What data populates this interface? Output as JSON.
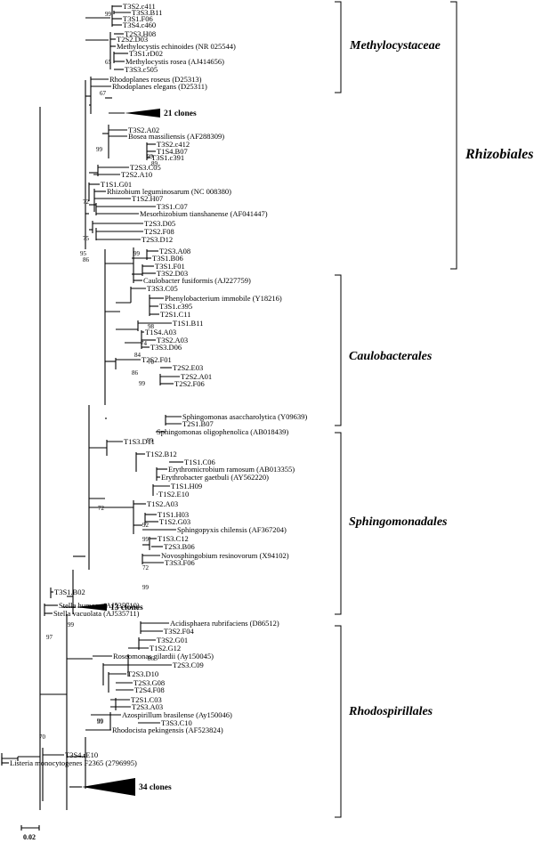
{
  "leaves": [
    {
      "name": "T3S2.c411"
    },
    {
      "name": "T3S3.B11"
    },
    {
      "name": "T3S1.F06"
    },
    {
      "name": "T3S4.c460"
    },
    {
      "name": "T2S3.H08"
    },
    {
      "name": "T2S2.D03"
    },
    {
      "name": "Methylocystis echinoides (NR 025544)"
    },
    {
      "name": "T3S1.rD02"
    },
    {
      "name": "Methylocystis rosea (AJ414656)"
    },
    {
      "name": "T3S3.c505"
    },
    {
      "name": "Rhodoplanes roseus (D25313)"
    },
    {
      "name": "Rhodoplanes elegans (D25311)"
    },
    {
      "name": "21 clones",
      "collapsed": true
    },
    {
      "name": "T3S2.A02"
    },
    {
      "name": "Bosea massiliensis (AF288309)"
    },
    {
      "name": "T3S2.c412"
    },
    {
      "name": "T1S4.B07"
    },
    {
      "name": "T3S1.c391"
    },
    {
      "name": "T2S3.C05"
    },
    {
      "name": "T2S2.A10"
    },
    {
      "name": "T1S1.G01"
    },
    {
      "name": "Rhizobium leguminosarum (NC 008380)"
    },
    {
      "name": "T1S2.H07"
    },
    {
      "name": "T3S1.C07"
    },
    {
      "name": "Mesorhizobium tianshanense (AF041447)"
    },
    {
      "name": "T2S3.D05"
    },
    {
      "name": "T2S2.F08"
    },
    {
      "name": "T2S3.D12"
    },
    {
      "name": "T2S3.A08"
    },
    {
      "name": "T3S1.B06"
    },
    {
      "name": "T3S1.F01"
    },
    {
      "name": "T3S2.D03"
    },
    {
      "name": "Caulobacter fusiformis (AJ227759)"
    },
    {
      "name": "T3S3.C05"
    },
    {
      "name": "Phenylobacterium immobile (Y18216)"
    },
    {
      "name": "T3S1.c395"
    },
    {
      "name": "T2S1.C11"
    },
    {
      "name": "T1S1.B11"
    },
    {
      "name": "T1S4.A03"
    },
    {
      "name": "T3S2.A03"
    },
    {
      "name": "T3S3.D06"
    },
    {
      "name": "T2S2.F01"
    },
    {
      "name": "T2S2.E03"
    },
    {
      "name": "T2S2.A01"
    },
    {
      "name": "T2S2.F06"
    },
    {
      "name": "Sphingomonas asaccharolytica (Y09639)"
    },
    {
      "name": "T2S1.B07"
    },
    {
      "name": "Sphingomonas oligophenolica (AB018439)"
    },
    {
      "name": "T1S3.D11"
    },
    {
      "name": "T1S2.B12"
    },
    {
      "name": "T1S1.C06"
    },
    {
      "name": "Erythromicrobium ramosum (AB013355)"
    },
    {
      "name": "Erythrobacter gaetbuli (AY562220)"
    },
    {
      "name": "T1S1.H09"
    },
    {
      "name": "T1S2.E10"
    },
    {
      "name": "T1S2.A03"
    },
    {
      "name": "T1S1.H03"
    },
    {
      "name": "T1S2.G03"
    },
    {
      "name": "Sphingopyxis chilensis (AF367204)"
    },
    {
      "name": "T1S3.C12"
    },
    {
      "name": "T2S3.B06"
    },
    {
      "name": "Novosphingobium resinovorum (X94102)"
    },
    {
      "name": "T3S3.F06"
    },
    {
      "name": "13 clones",
      "collapsed": true
    },
    {
      "name": "T3S1.B02"
    },
    {
      "name": "Stella humosa (AJ535710)"
    },
    {
      "name": "Stella vacuolata (AJ535711)"
    },
    {
      "name": "Acidisphaera rubrifaciens (D86512)"
    },
    {
      "name": "T3S2.F04"
    },
    {
      "name": "T3S2.G01"
    },
    {
      "name": "T1S2.G12"
    },
    {
      "name": "Roseomonas gilardii (Ay150045)"
    },
    {
      "name": "T2S3.C09"
    },
    {
      "name": "T2S3.D10"
    },
    {
      "name": "T2S3.G08"
    },
    {
      "name": "T2S4.F08"
    },
    {
      "name": "T2S1.C03"
    },
    {
      "name": "T2S3.A03"
    },
    {
      "name": "Azospirillum brasilense (Ay150046)"
    },
    {
      "name": "T3S3.C10"
    },
    {
      "name": "Rhodocista pekingensis (AF523824)"
    },
    {
      "name": "34 clones",
      "collapsed": true
    },
    {
      "name": "T3S4.rE10"
    },
    {
      "name": "Listeria monocytogenes F2365 (2796995)"
    }
  ],
  "bootstrap": [
    "99",
    "65",
    "67",
    "99",
    "99",
    "89",
    "72",
    "75",
    "95",
    "86",
    "99",
    "98",
    "74",
    "84",
    "70",
    "86",
    "99",
    "99",
    "72",
    "92",
    "99",
    "72",
    "99",
    "97",
    "99",
    "86",
    "99",
    "99",
    "70"
  ],
  "clades": [
    {
      "name": "Methylocystaceae"
    },
    {
      "name": "Caulobacterales"
    },
    {
      "name": "Sphingomonadales"
    },
    {
      "name": "Rhodospirillales"
    }
  ],
  "orders": [
    {
      "name": "Rhizobiales"
    }
  ],
  "scale_bar": {
    "label": "0.02"
  }
}
